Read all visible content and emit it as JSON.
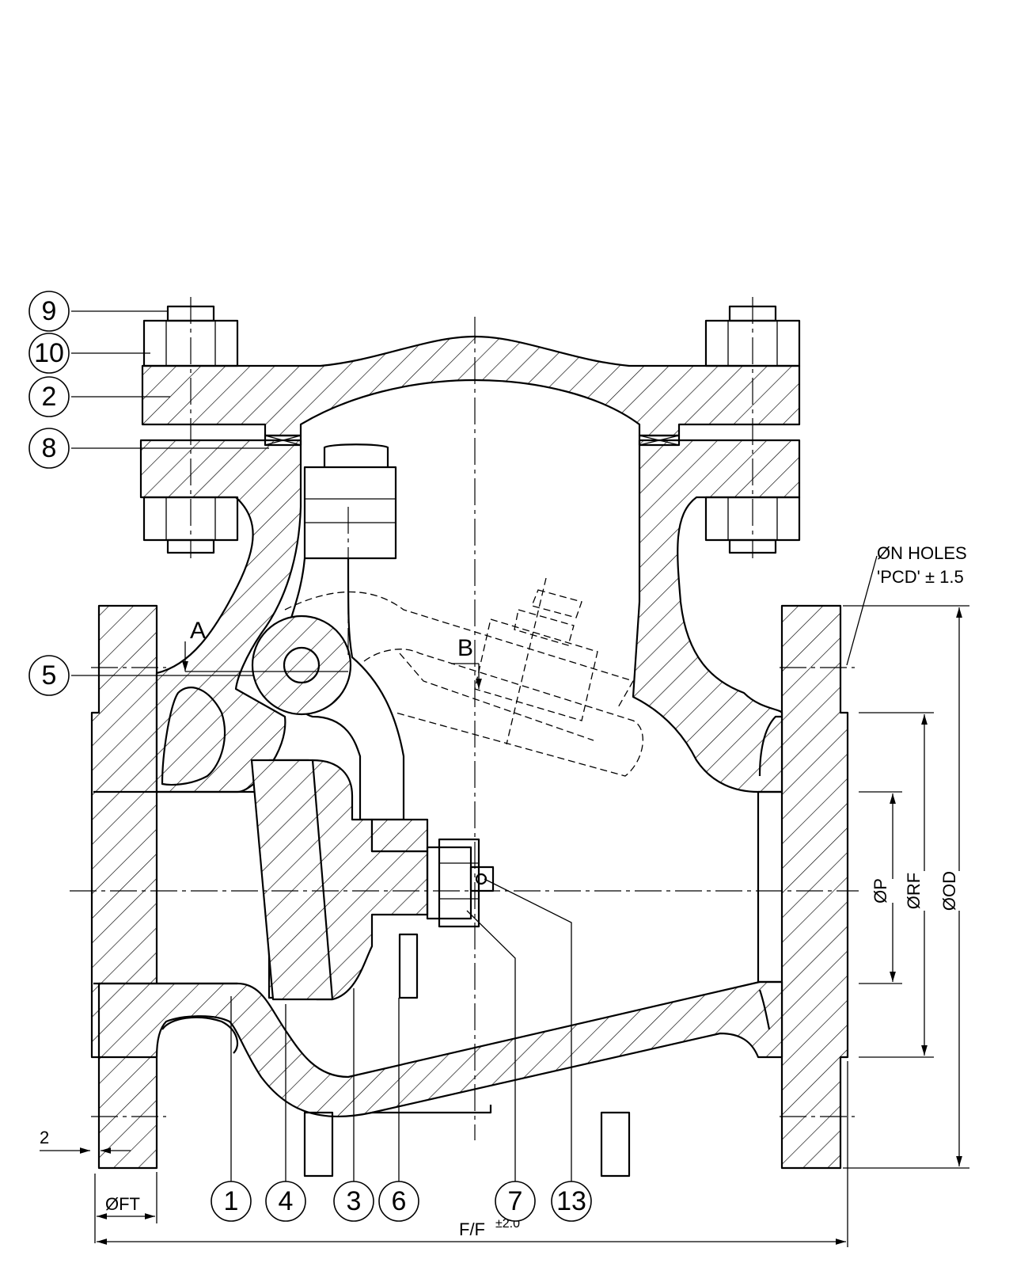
{
  "balloons": {
    "b9": "9",
    "b10": "10",
    "b2": "2",
    "b8": "8",
    "b5": "5",
    "b1": "1",
    "b4": "4",
    "b3": "3",
    "b6": "6",
    "b7": "7",
    "b13": "13"
  },
  "section_marks": {
    "a": "A",
    "b": "B"
  },
  "notes": {
    "holes": "ØN  HOLES",
    "pcd": "'PCD' ± 1.5"
  },
  "dimensions": {
    "p": "ØP",
    "rf": "ØRF",
    "od": "ØOD",
    "ft": "ØFT",
    "ff": "F/F",
    "ff_tol": "±2.0",
    "gap": "2"
  }
}
